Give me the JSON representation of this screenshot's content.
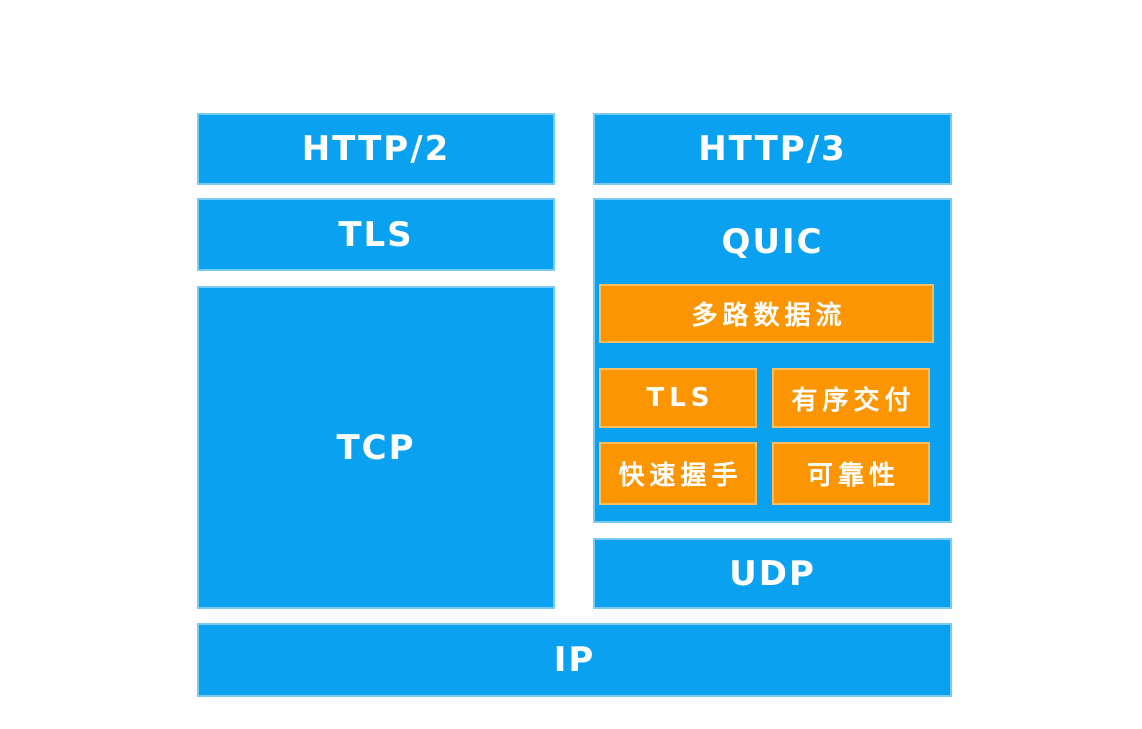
{
  "diagram": {
    "kind": "protocol-stack-comparison",
    "left_stack": {
      "http2_label": "HTTP/2",
      "tls_label": "TLS",
      "tcp_label": "TCP"
    },
    "right_stack": {
      "http3_label": "HTTP/3",
      "quic_label": "QUIC",
      "quic_features": {
        "multiplexed_streams": "多路数据流",
        "tls": "TLS",
        "ordered_delivery": "有序交付",
        "fast_handshake": "快速握手",
        "reliability": "可靠性"
      },
      "udp_label": "UDP"
    },
    "base": {
      "ip_label": "IP"
    },
    "colors": {
      "blue": "#0AA1F1",
      "orange": "#FB9501",
      "text": "#FFFFFF",
      "background": "#FFFFFF"
    }
  }
}
